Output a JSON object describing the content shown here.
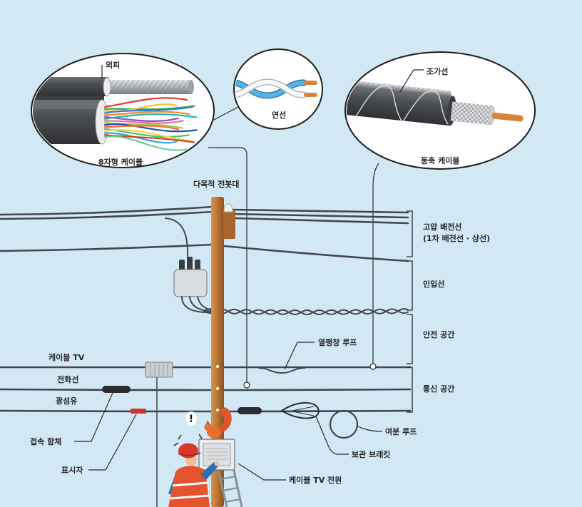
{
  "pole_label": "다목적 전봇대",
  "insets": {
    "figure8_cable": {
      "sheath_label": "외피",
      "caption": "8자형 케이블"
    },
    "twisted_pair": {
      "caption": "연선"
    },
    "coaxial_cable": {
      "messenger_label": "조가선",
      "caption": "동축 케이블"
    }
  },
  "zones": {
    "high_voltage": {
      "line1": "고압 배전선",
      "line2": "(1차 배전선 · 상선)"
    },
    "service_drop": "인입선",
    "safety_space": "안전 공간",
    "communication_space": "통신 공간"
  },
  "cables": {
    "cable_tv": "케이블 TV",
    "telephone": "전화선",
    "fiber_optic": "광섬유"
  },
  "callouts": {
    "expansion_loop": "열팽창 루프",
    "splice_enclosure": "접속 함체",
    "marker": "표시자",
    "slack_loop": "여분 루프",
    "storage_bracket": "보관 브래킷",
    "catv_power_supply": "케이블 TV 전원"
  },
  "alert_symbol": "!",
  "colors": {
    "sky": "#d2e9f5",
    "wire": "#43474c",
    "marker_red": "#d3322c",
    "helmet_red": "#d63a2b",
    "copper": "#d9843c",
    "vest_orange": "#e4532c",
    "shirt_blue": "#2d6db1"
  }
}
